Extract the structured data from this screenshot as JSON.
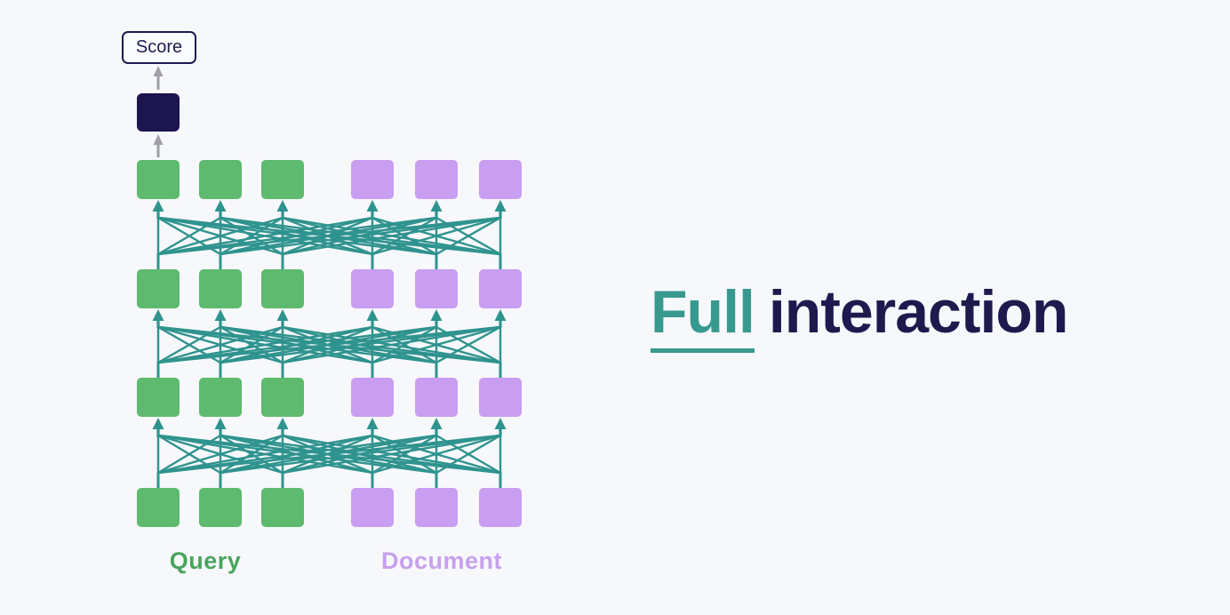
{
  "background_color": "#f7f8fb",
  "score": {
    "label": "Score",
    "box_border_color": "#1e1a4e",
    "box_fill": "#fbfcff",
    "text_color": "#1e1a4e",
    "arrow_color": "#9fa0a8"
  },
  "output_square_color": "#1c1550",
  "network": {
    "rows": 4,
    "tokens_per_row": 6,
    "query_tokens": 3,
    "document_tokens": 3,
    "query_token_color": "#5dba6e",
    "document_token_color": "#c99df0",
    "attention_line_color": "#2f938e",
    "connection_type": "all-to-all"
  },
  "labels": {
    "query": "Query",
    "query_color": "#48a55e",
    "document": "Document",
    "document_color": "#c7a0ee"
  },
  "title": {
    "part1": "Full",
    "part2": "interaction",
    "part1_color": "#38998f",
    "part2_color": "#1e1a4e",
    "underline_color": "#38998f"
  }
}
